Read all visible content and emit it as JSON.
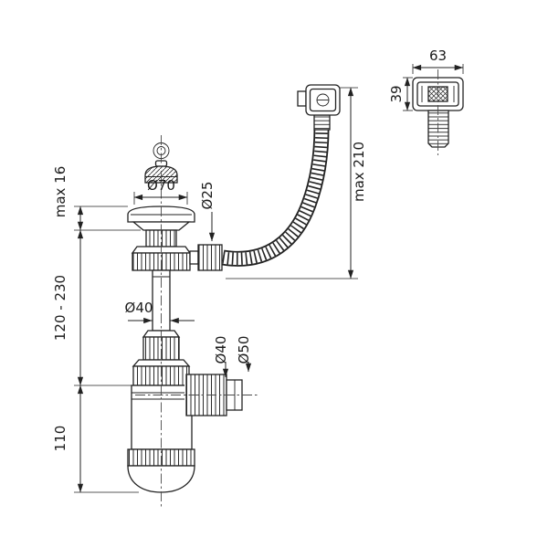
{
  "drawing": {
    "dims": {
      "strainer_diameter": "Ø70",
      "overflow_pipe_diameter": "Ø25",
      "overflow_hose_max_length": "max 210",
      "strainer_max_height": "max 16",
      "adjustable_height_range": "120 - 230",
      "trap_height": "110",
      "pipe_diameter": "Ø40",
      "outlet_pipe_diameter": "Ø40",
      "outlet_nut_diameter": "Ø50",
      "overflow_head_width": "63",
      "overflow_head_height": "39"
    }
  }
}
